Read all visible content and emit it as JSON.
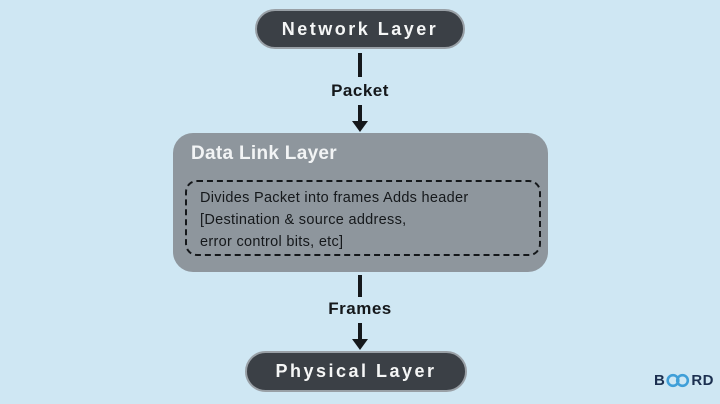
{
  "colors": {
    "background": "#cfe7f3",
    "pill_fill": "#3b4046",
    "pill_border": "#99a0a6",
    "pill_text": "#f5f6f6",
    "box_fill": "#8e969d",
    "box_title": "#f2f4f5",
    "text_dark": "#15181b",
    "logo_dark": "#1c3050",
    "logo_blue": "#3f9fd8"
  },
  "nodes": {
    "network_layer": {
      "label": "Network Layer"
    },
    "data_link_layer": {
      "title": "Data Link Layer",
      "description_line1": "Divides Packet into frames Adds header",
      "description_line2": "[Destination & source address,",
      "description_line3": "error control bits, etc]"
    },
    "physical_layer": {
      "label": "Physical Layer"
    }
  },
  "edges": {
    "packet_label": "Packet",
    "frames_label": "Frames"
  },
  "branding": {
    "logo_name": "BOARD",
    "logo_prefix": "B",
    "logo_suffix": "RD"
  }
}
